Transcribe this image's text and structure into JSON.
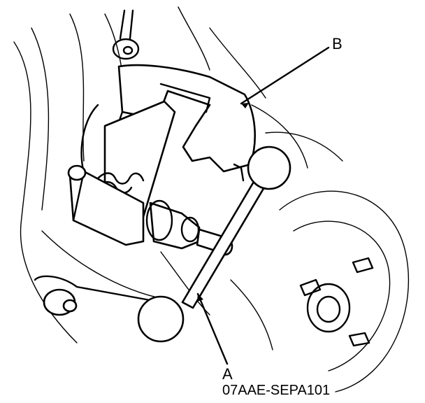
{
  "callouts": [
    {
      "id": "A",
      "text": "A"
    },
    {
      "id": "B",
      "text": "B"
    }
  ],
  "part_number": "07AAE-SEPA101",
  "colors": {
    "ink": "#000000",
    "background": "#ffffff"
  }
}
